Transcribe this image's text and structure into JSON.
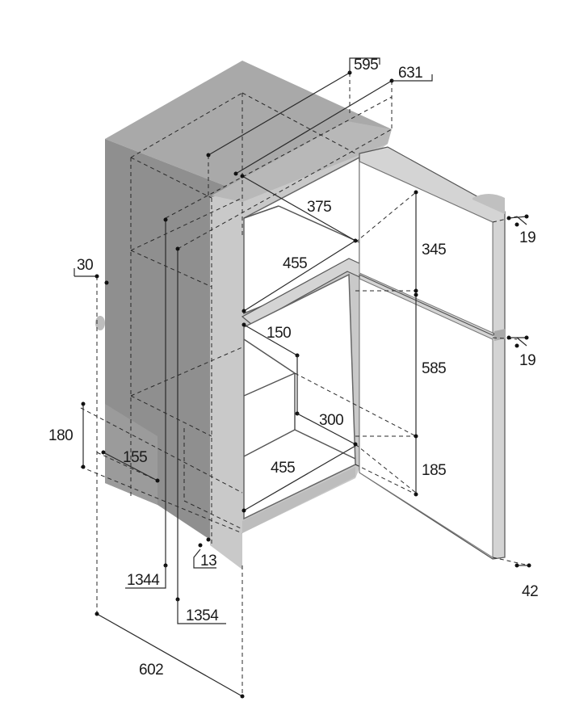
{
  "dimensions": {
    "top_width_595": "595",
    "top_width_631": "631",
    "freezer_depth": "375",
    "freezer_width": "455",
    "freezer_height": "345",
    "fridge_depth_top": "150",
    "fridge_depth_mid": "300",
    "fridge_width": "455",
    "fridge_upper_height": "585",
    "fridge_lower_height": "185",
    "upper_door_thickness": "19",
    "lower_door_thickness": "19",
    "door_open_offset": "42",
    "side_offset": "30",
    "compressor_height": "180",
    "compressor_depth": "155",
    "base_gap": "13",
    "height_1344": "1344",
    "height_1354": "1354",
    "overall_depth": "602"
  },
  "colors": {
    "cabinet_side": "#8f8f8f",
    "cabinet_top": "#a9a9a9",
    "cabinet_back": "#7c7c7c",
    "frame": "#c9c9c9",
    "interior": "#ffffff",
    "door": "#d4d4d4",
    "ink": "#1a1a1a"
  }
}
